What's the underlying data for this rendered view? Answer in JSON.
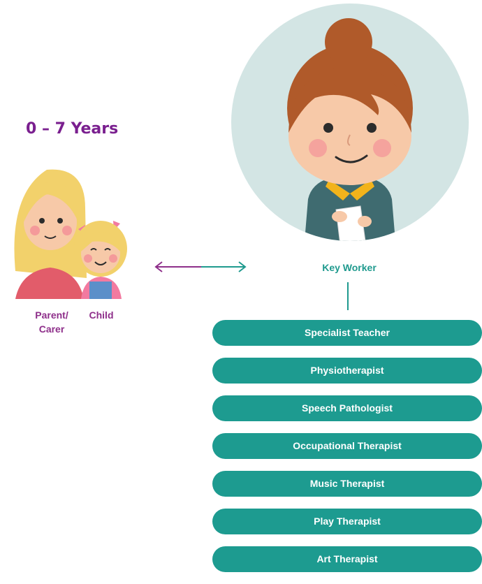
{
  "age_range": "0 – 7 Years",
  "family": {
    "parent_label": "Parent/\nCarer",
    "child_label": "Child"
  },
  "key_worker": {
    "label": "Key Worker"
  },
  "colors": {
    "title": "#7a1f8f",
    "family_text": "#8e2f8a",
    "teal": "#1d9b90",
    "circle_bg": "#d3e5e4",
    "arrow_left": "#8e2f8a",
    "arrow_right": "#1f9a8e"
  },
  "roles": [
    {
      "label": "Specialist Teacher"
    },
    {
      "label": "Physiotherapist"
    },
    {
      "label": "Speech Pathologist"
    },
    {
      "label": "Occupational Therapist"
    },
    {
      "label": "Music Therapist"
    },
    {
      "label": "Play Therapist"
    },
    {
      "label": "Art Therapist"
    }
  ]
}
